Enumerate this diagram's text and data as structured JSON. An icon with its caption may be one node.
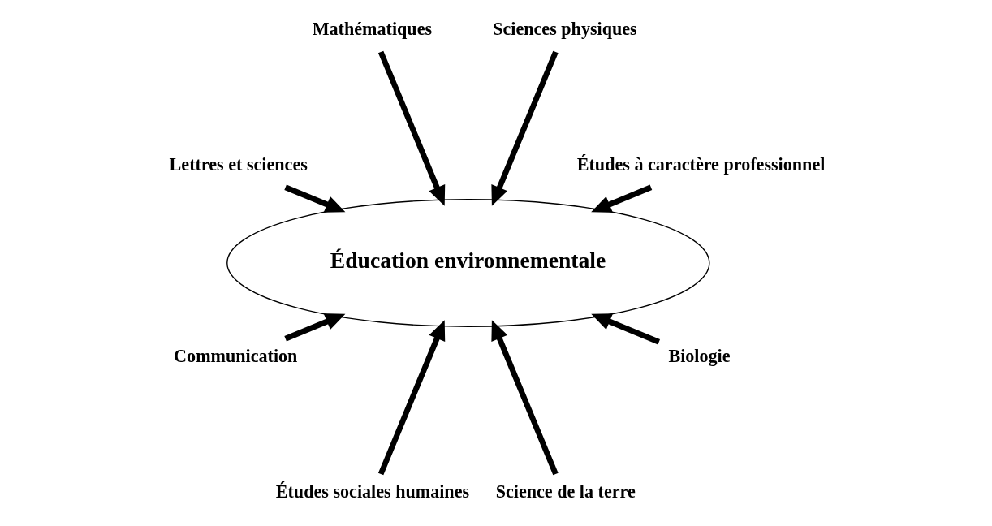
{
  "diagram": {
    "nodes": [
      {
        "text": [
          "Éducation environnementale"
        ]
      },
      {
        "text": [
          "Études à caractère professionnel"
        ]
      },
      {
        "text": [
          "Biologie"
        ]
      },
      {
        "text": [
          "Sciences physiques"
        ]
      },
      {
        "text": [
          "Science de la terre"
        ]
      },
      {
        "text": [
          "Mathématiques"
        ]
      },
      {
        "text": [
          "Études sociales humaines"
        ]
      },
      {
        "text": [
          "Lettres et sciences"
        ]
      },
      {
        "text": [
          "Communication"
        ]
      }
    ],
    "edges": [
      {
        "from": 1,
        "to": 0,
        "arrow": "to"
      },
      {
        "from": 2,
        "to": 0,
        "arrow": "to"
      },
      {
        "from": 3,
        "to": 0,
        "arrow": "to"
      },
      {
        "from": 4,
        "to": 0,
        "arrow": "to"
      },
      {
        "from": 5,
        "to": 0,
        "arrow": "to"
      },
      {
        "from": 6,
        "to": 0,
        "arrow": "to"
      },
      {
        "from": 7,
        "to": 0,
        "arrow": "to"
      },
      {
        "from": 8,
        "to": 0,
        "arrow": "to"
      }
    ]
  }
}
